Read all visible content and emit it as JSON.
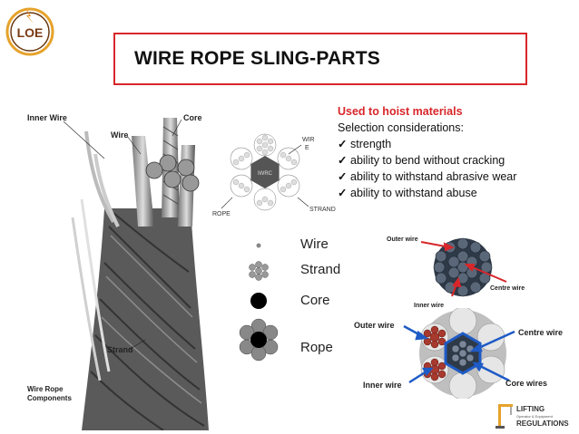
{
  "title": "WIRE ROPE SLING-PARTS",
  "illustration": {
    "labels": {
      "inner_wire": "Inner Wire",
      "wire": "Wire",
      "core": "Core",
      "strand": "Strand",
      "components_line1": "Wire Rope",
      "components_line2": "Components"
    }
  },
  "cross_section": {
    "wire": "WIR",
    "wire2": "E",
    "rope": "ROPE",
    "strand": "STRAND",
    "iwrc": "IWRC"
  },
  "info": {
    "heading": "Used to hoist materials",
    "subheading": "Selection considerations:",
    "considerations": [
      "strength",
      "ability to bend without  cracking",
      "ability to withstand abrasive wear",
      "ability to withstand  abuse"
    ]
  },
  "legend": {
    "items": [
      "Wire",
      "Strand",
      "Core",
      "Rope"
    ]
  },
  "strand_diagram": {
    "outer_wire": "Outer wire",
    "centre_wire": "Centre wire",
    "inner_wire": "Inner wire"
  },
  "rope_diagram": {
    "outer_wire": "Outer wire",
    "centre_wire": "Centre wire",
    "inner_wire": "Inner wire",
    "core_wires": "Core wires"
  },
  "footer": {
    "line1": "LIFTING",
    "line2": "Operator & Equipment",
    "line3": "REGULATIONS"
  },
  "logo": {
    "text": "LOE"
  },
  "colors": {
    "accent": "#d8262a",
    "rope_dark": "#2f3a48",
    "strand_red": "#a8392e"
  }
}
